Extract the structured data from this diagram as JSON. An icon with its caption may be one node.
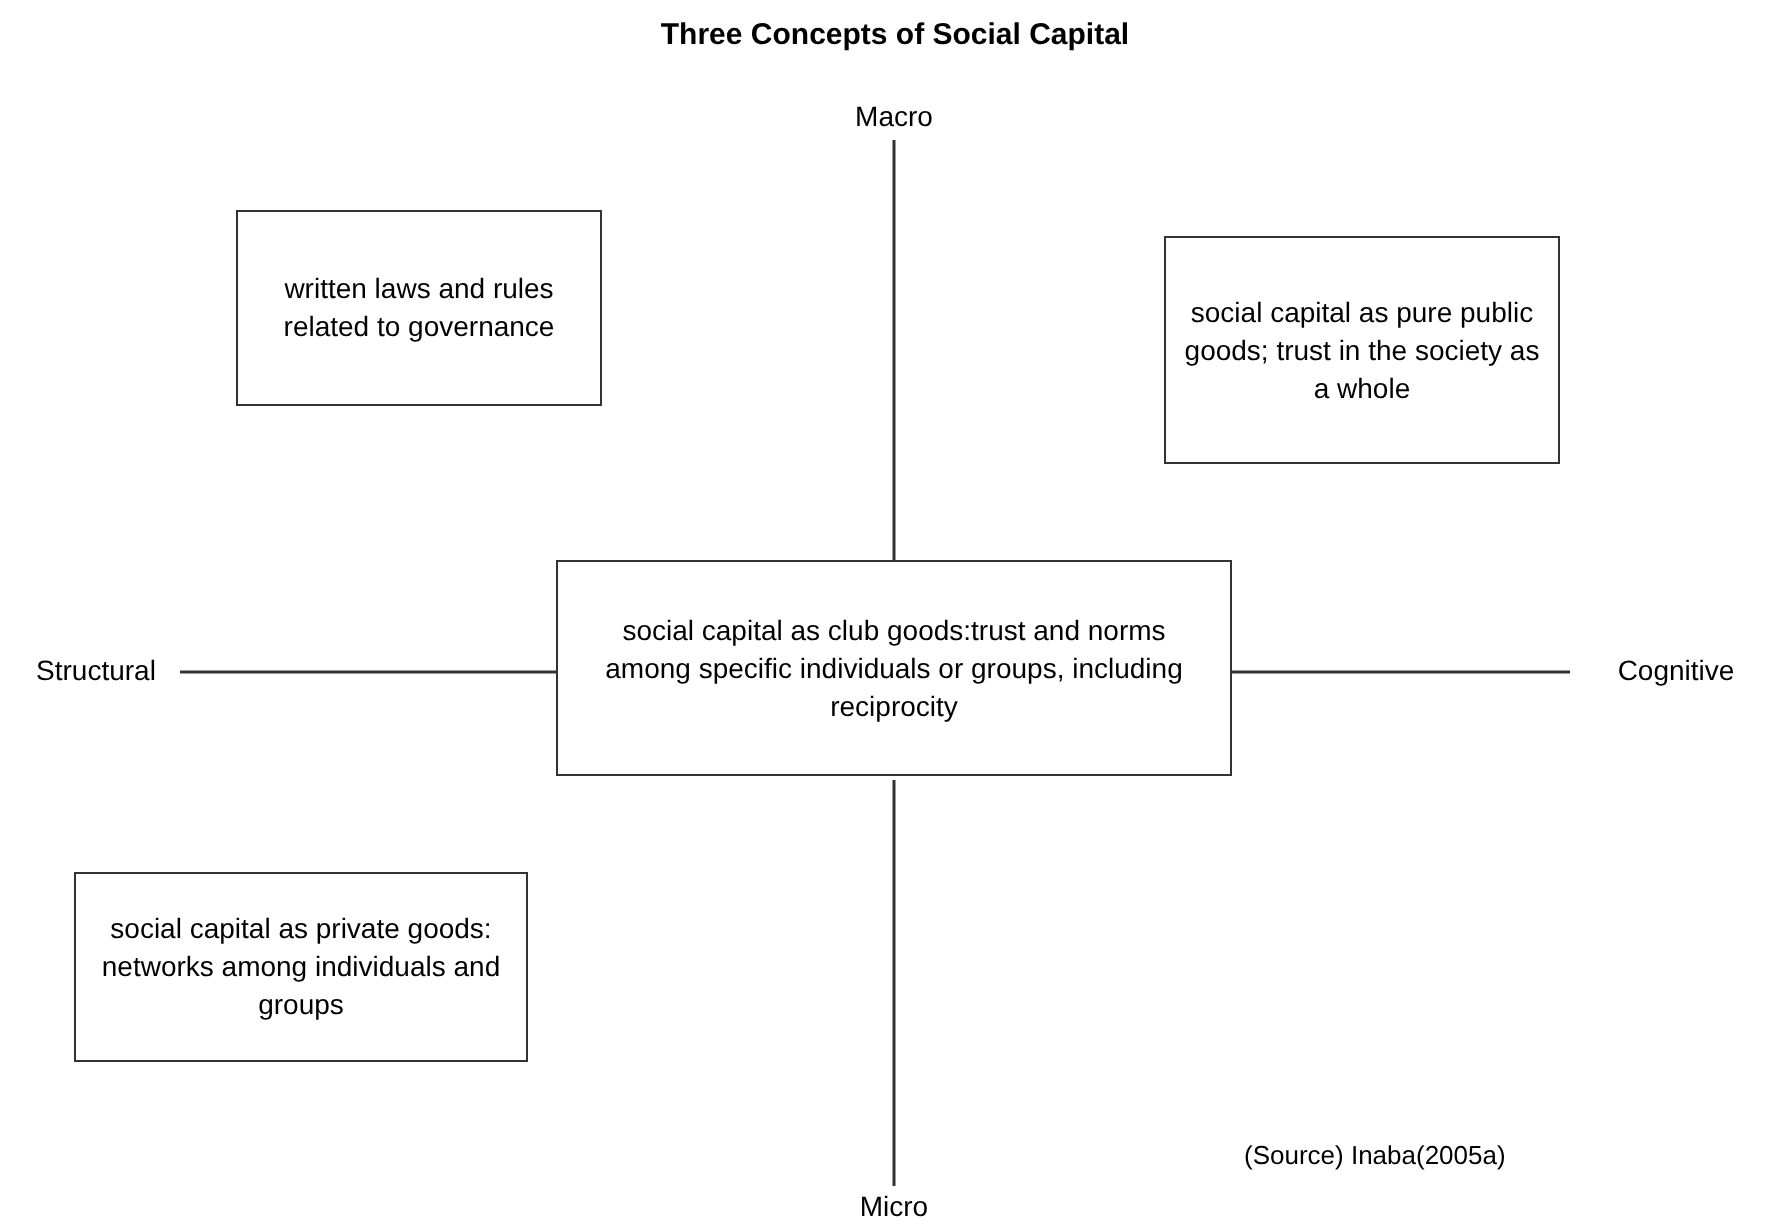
{
  "diagram": {
    "title": "Three Concepts of Social Capital",
    "nodes": [
      {
        "text": [
          "Macro"
        ]
      },
      {
        "text": [
          "written laws and rules related to governance"
        ]
      },
      {
        "text": [
          "social capital as pure public goods; trust in the society as a whole"
        ]
      },
      {
        "text": [
          "Structural"
        ]
      },
      {
        "text": [
          "social capital as club goods:trust and norms among specific individuals or groups, including reciprocity"
        ]
      },
      {
        "text": [
          "Cognitive"
        ]
      },
      {
        "text": [
          "social capital as private goods: networks among individuals and groups"
        ]
      },
      {
        "text": [
          "Micro"
        ]
      }
    ],
    "edges": [
      {
        "from": 0,
        "to": 4,
        "arrow": "none"
      },
      {
        "from": 4,
        "to": 7,
        "arrow": "none"
      },
      {
        "from": 3,
        "to": 4,
        "arrow": "none"
      },
      {
        "from": 4,
        "to": 5,
        "arrow": "none"
      }
    ],
    "labels": [
      "(Source) Inaba(2005a)"
    ]
  }
}
